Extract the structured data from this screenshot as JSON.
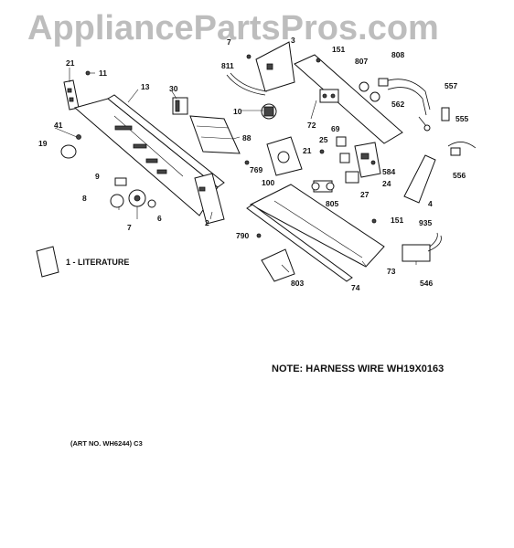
{
  "watermark": "AppliancePartsPros.com",
  "note": "NOTE: HARNESS WIRE WH19X0163",
  "art_no": "(ART NO. WH6244) C3",
  "literature_label": "1 - LITERATURE",
  "callouts": {
    "c7a": "7",
    "c3": "3",
    "c151a": "151",
    "c811": "811",
    "c807": "807",
    "c808": "808",
    "c21a": "21",
    "c11": "11",
    "c13": "13",
    "c30": "30",
    "c10": "10",
    "c72": "72",
    "c557": "557",
    "c562": "562",
    "c555": "555",
    "c41": "41",
    "c19": "19",
    "c88": "88",
    "c69": "69",
    "c25": "25",
    "c21b": "21",
    "c769": "769",
    "c584": "584",
    "c556": "556",
    "c100": "100",
    "c24": "24",
    "c27": "27",
    "c805": "805",
    "c4": "4",
    "c9": "9",
    "c8": "8",
    "c7b": "7",
    "c6": "6",
    "c2": "2",
    "c151b": "151",
    "c935": "935",
    "c790": "790",
    "c73": "73",
    "c803": "803",
    "c74": "74",
    "c546": "546"
  }
}
